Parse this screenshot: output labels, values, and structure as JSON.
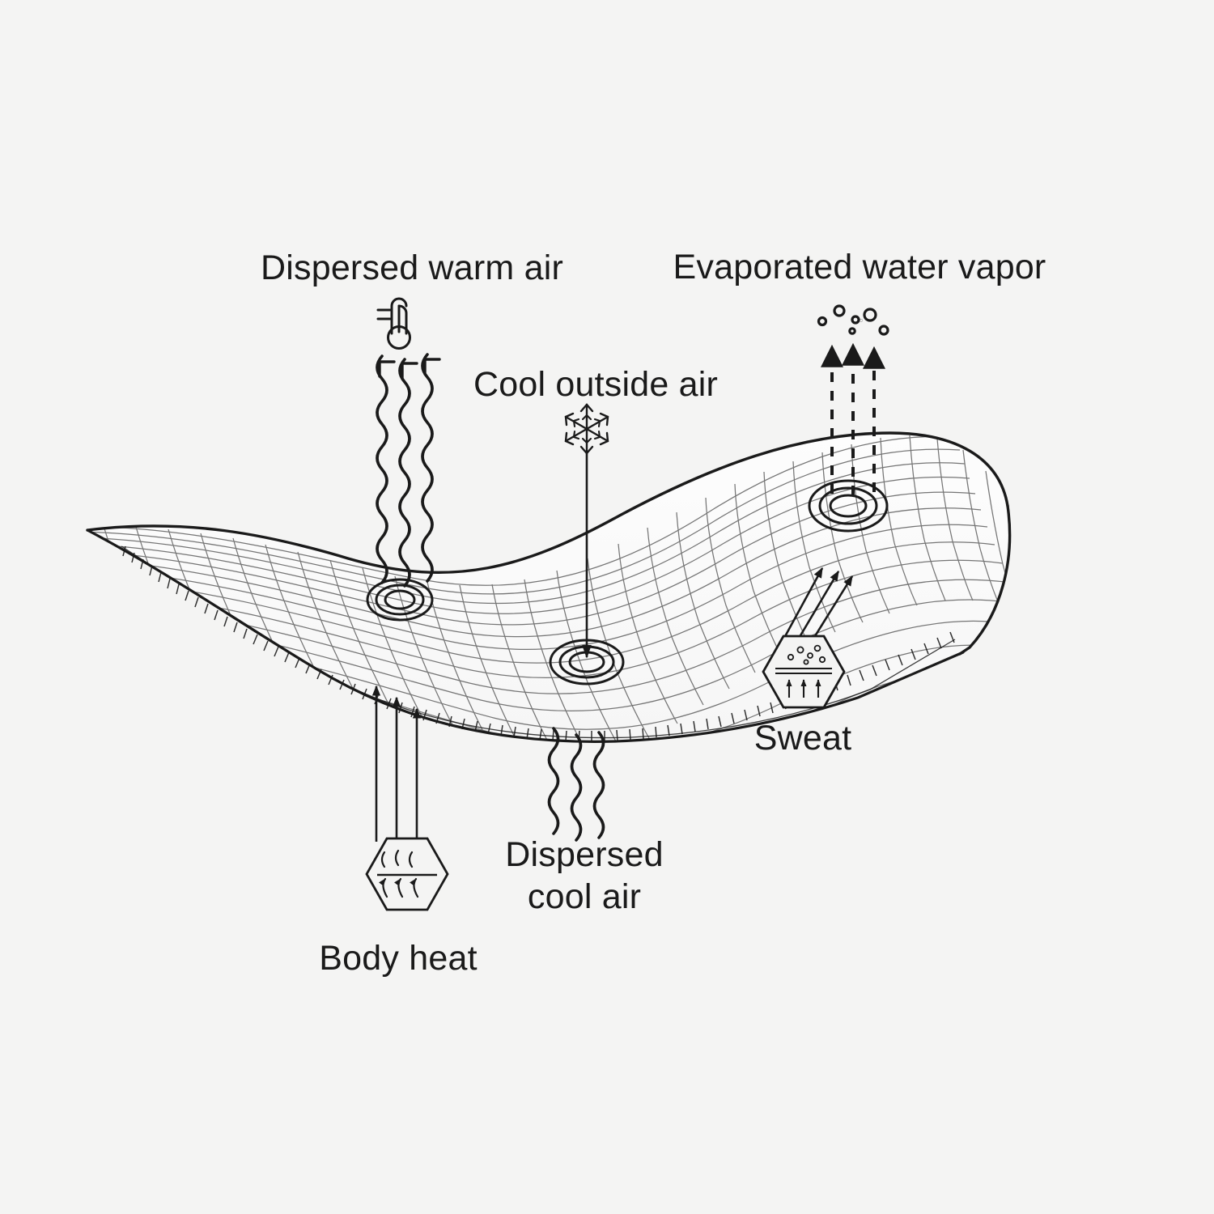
{
  "diagram": {
    "title": "Fabric thermoregulation and breathability cutaway",
    "background_color": "#f4f4f3",
    "line_color": "#1a1a1a",
    "mesh_color": "#6d6d6d",
    "labels": {
      "dispersed_warm_air": "Dispersed warm air",
      "evaporated_water_vapor": "Evaporated water vapor",
      "cool_outside_air": "Cool outside air",
      "sweat": "Sweat",
      "dispersed_cool_air_line1": "Dispersed",
      "dispersed_cool_air_line2": "cool air",
      "body_heat": "Body heat"
    },
    "icons": {
      "thermometer": "thermometer-icon",
      "snowflake": "snowflake-icon",
      "vapor_droplets": "vapor-droplets-icon",
      "sweat_hexagon": "sweat-hexagon-icon",
      "body_heat_hexagon": "body-heat-hexagon-icon"
    },
    "flows": {
      "warm_air_squiggles": 3,
      "cool_air_squiggles": 3,
      "vapor_dashed_arrows": 3,
      "sweat_arrows": 3,
      "body_heat_arrows": 3,
      "cool_air_arrows": 1
    },
    "pores": [
      {
        "name": "warm-air-pore",
        "rings": 3
      },
      {
        "name": "cool-air-pore",
        "rings": 3
      },
      {
        "name": "vapor-pore",
        "rings": 3
      }
    ]
  }
}
